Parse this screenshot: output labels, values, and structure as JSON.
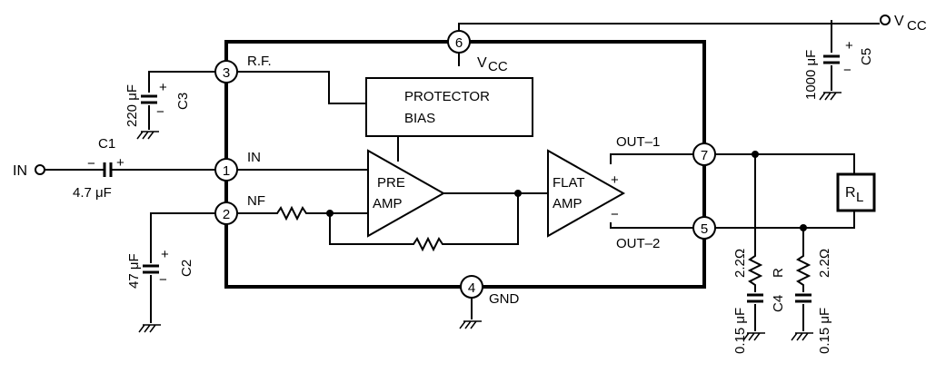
{
  "labels": {
    "vcc_top": "V",
    "vcc_top_sub": "CC",
    "vcc_ic": "V",
    "vcc_ic_sub": "CC",
    "rf": "R.F.",
    "in_pin": "IN",
    "nf": "NF",
    "gnd": "GND",
    "out1": "OUT–1",
    "out2": "OUT–2",
    "in_terminal": "IN",
    "protector": "PROTECTOR",
    "bias": "BIAS",
    "pre": "PRE",
    "amp_pre": "AMP",
    "flat": "FLAT",
    "amp_flat": "AMP",
    "rl": "R",
    "rl_sub": "L",
    "plus_sign": "+",
    "minus_sign": "−"
  },
  "pins": [
    "1",
    "2",
    "3",
    "4",
    "5",
    "6",
    "7"
  ],
  "components": {
    "c1": {
      "name": "C1",
      "value": "4.7 μF"
    },
    "c2": {
      "name": "C2",
      "value": "47 μF"
    },
    "c3": {
      "name": "C3",
      "value": "220 μF"
    },
    "c4": {
      "name": "C4",
      "value": "0.15 μF"
    },
    "c5": {
      "name": "C5",
      "value": "1000 μF"
    },
    "r": {
      "name": "R",
      "value": "2.2Ω"
    },
    "r_right_value": "2.2Ω",
    "c_right_value": "0.15 μF"
  }
}
